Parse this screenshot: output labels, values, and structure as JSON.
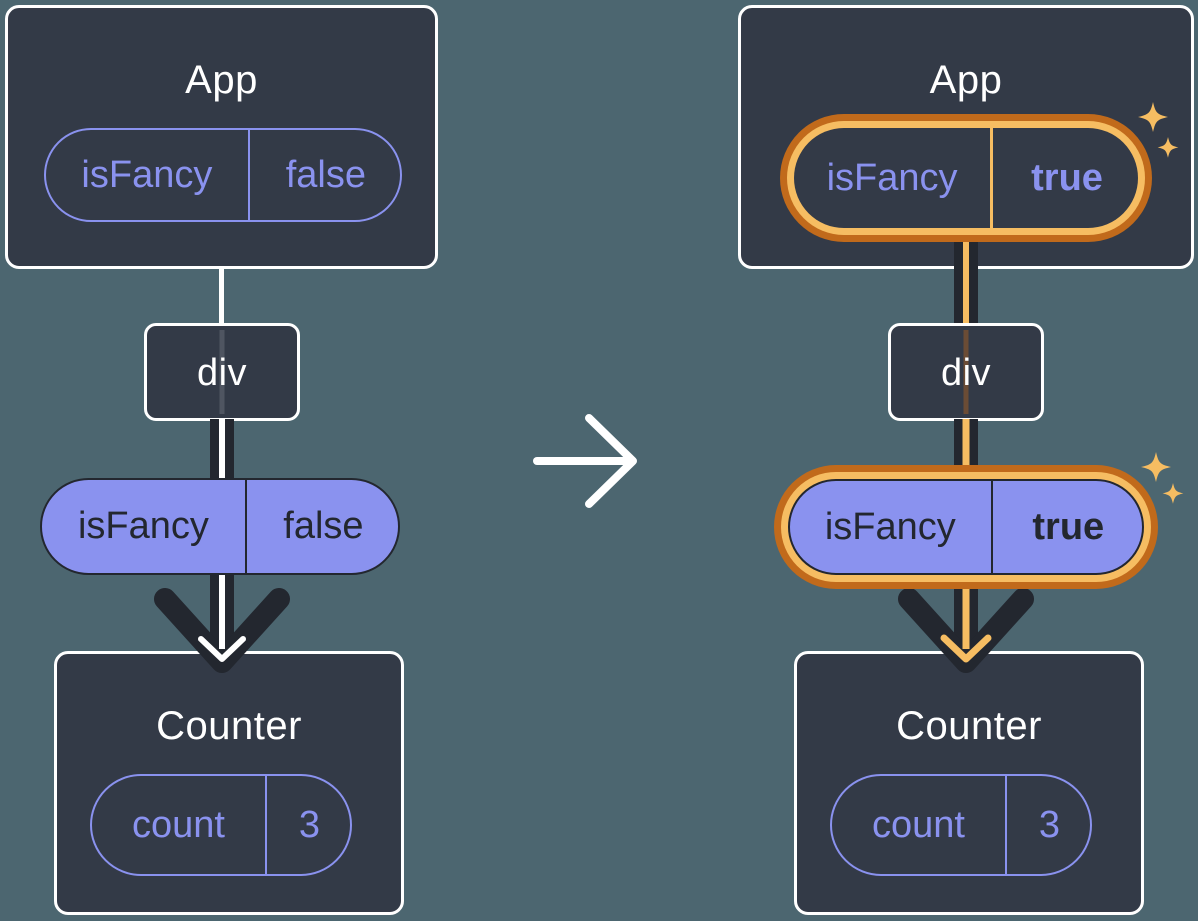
{
  "diagram_before": {
    "app": {
      "title": "App",
      "prop_name": "isFancy",
      "prop_value": "false"
    },
    "middle_node": {
      "label": "div"
    },
    "passed_prop": {
      "name": "isFancy",
      "value": "false"
    },
    "counter": {
      "title": "Counter",
      "state_name": "count",
      "state_value": "3"
    }
  },
  "diagram_after": {
    "app": {
      "title": "App",
      "prop_name": "isFancy",
      "prop_value": "true"
    },
    "middle_node": {
      "label": "div"
    },
    "passed_prop": {
      "name": "isFancy",
      "value": "true"
    },
    "counter": {
      "title": "Counter",
      "state_name": "count",
      "state_value": "3"
    }
  },
  "icons": {
    "transition_arrow": "right-arrow",
    "sparkle": "four-point-star"
  },
  "colors": {
    "background": "#4C6670",
    "card_fill": "#333A47",
    "card_border": "#FFFFFF",
    "arrow_dark": "#23272F",
    "purple": "#8A92EF",
    "highlight_orange_dark": "#C16A1B",
    "highlight_orange_light": "#F6BD62",
    "white": "#FFFFFF"
  }
}
